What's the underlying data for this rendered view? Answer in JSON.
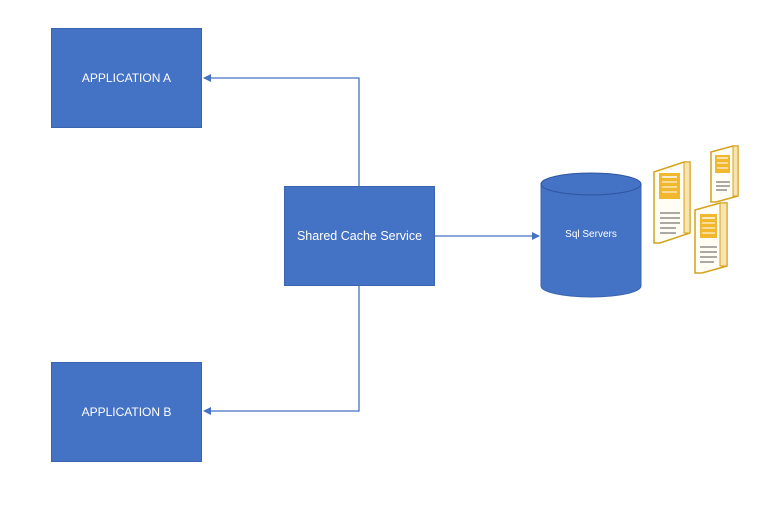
{
  "colors": {
    "box_fill": "#4472c4",
    "box_stroke": "#3b64b0",
    "connector": "#4472c4",
    "server_outline": "#d4a21c",
    "server_fill": "#fffdf4",
    "server_panel": "#f1b82d"
  },
  "nodes": {
    "application_a": {
      "label": "APPLICATION A"
    },
    "shared_cache": {
      "label": "Shared Cache Service"
    },
    "application_b": {
      "label": "APPLICATION B"
    },
    "sql_servers": {
      "label": "Sql Servers",
      "icon": "database-cylinder-icon"
    }
  },
  "edges": [
    {
      "from": "Shared Cache Service",
      "to": "APPLICATION A"
    },
    {
      "from": "Shared Cache Service",
      "to": "APPLICATION B"
    },
    {
      "from": "Shared Cache Service",
      "to": "Sql Servers"
    }
  ],
  "icons": {
    "servers": "server-tower-icon"
  }
}
